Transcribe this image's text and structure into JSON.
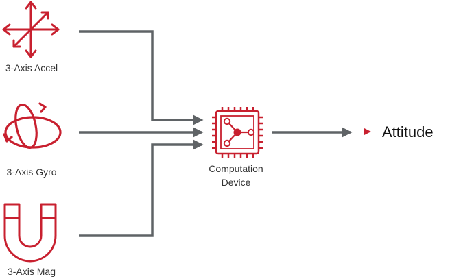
{
  "sensors": [
    {
      "label": "3-Axis Accel",
      "icon": "accelerometer-icon"
    },
    {
      "label": "3-Axis Gyro",
      "icon": "gyroscope-icon"
    },
    {
      "label": "3-Axis Mag",
      "icon": "magnet-icon"
    }
  ],
  "processor": {
    "label_line1": "Computation",
    "label_line2": "Device",
    "icon": "chip-icon"
  },
  "output": {
    "label": "Attitude",
    "marker": "triangle-bullet-icon"
  },
  "colors": {
    "accent": "#C8202F",
    "connector": "#5F6366",
    "text": "#333333"
  }
}
